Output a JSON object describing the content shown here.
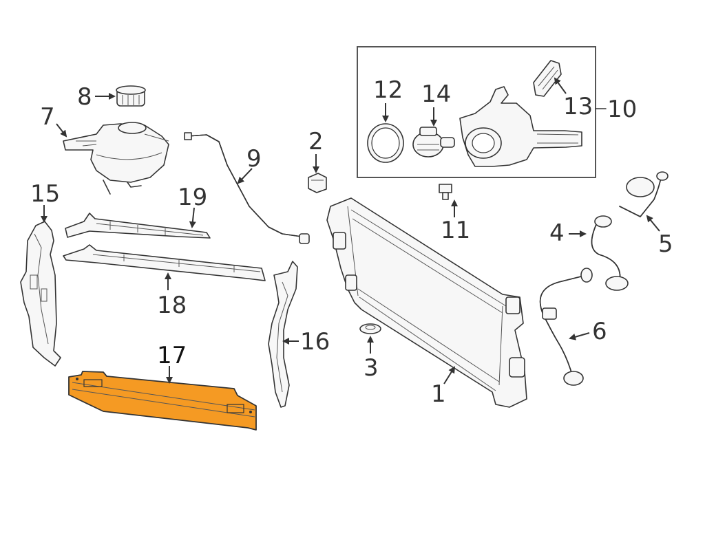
{
  "callouts": {
    "c1": "1",
    "c2": "2",
    "c3": "3",
    "c4": "4",
    "c5": "5",
    "c6": "6",
    "c7": "7",
    "c8": "8",
    "c9": "9",
    "c10": "10",
    "c11": "11",
    "c12": "12",
    "c13": "13",
    "c14": "14",
    "c15": "15",
    "c16": "16",
    "c17": "17",
    "c18": "18",
    "c19": "19"
  },
  "colors": {
    "highlight": "#f59a23",
    "linework": "#333333",
    "background": "#ffffff"
  },
  "highlighted_part": "17"
}
